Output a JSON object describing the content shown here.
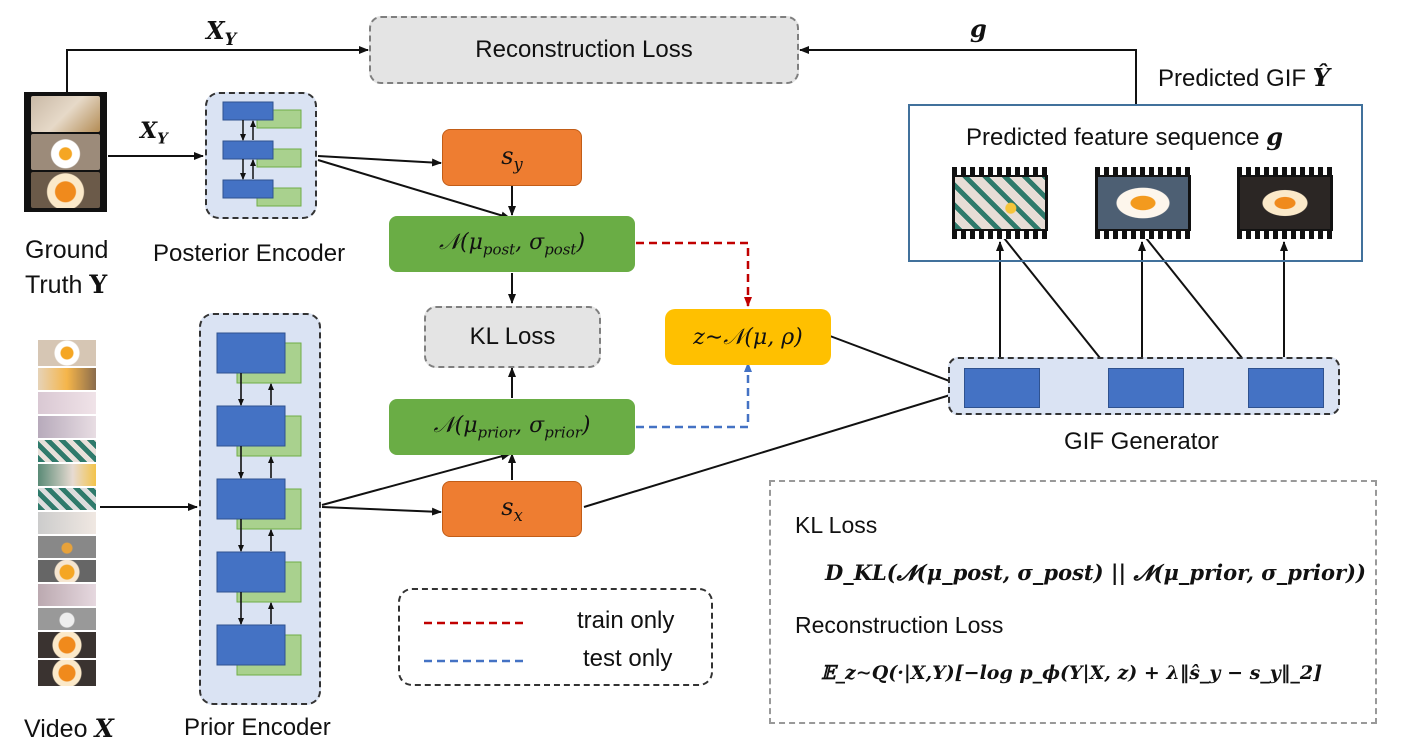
{
  "labels": {
    "reconstruction_loss": "Reconstruction Loss",
    "x_y_top": "X",
    "x_y_top_sub": "Y",
    "x_y_left": "X",
    "x_y_left_sub": "Y",
    "g_top": "g",
    "predicted_gif": "Predicted GIF",
    "predicted_gif_sym": "Ŷ",
    "predicted_feature_sequence": "Predicted feature sequence",
    "predicted_feature_sym": "g",
    "ground_truth_line1": "Ground",
    "ground_truth_line2": "Truth",
    "ground_truth_sym": "Y",
    "posterior_encoder": "Posterior Encoder",
    "prior_encoder": "Prior Encoder",
    "video": "Video",
    "video_sym": "X",
    "gif_generator": "GIF Generator",
    "kl_loss_box": "KL Loss"
  },
  "nodes": {
    "s_y": "s",
    "s_y_sub": "y",
    "s_x": "s",
    "s_x_sub": "x",
    "post_dist": "𝒩(μ",
    "post_sub1": "post",
    "post_mid": ", σ",
    "post_sub2": "post",
    "post_end": ")",
    "prior_dist": "𝒩(μ",
    "prior_sub1": "prior",
    "prior_mid": ", σ",
    "prior_sub2": "prior",
    "prior_end": ")",
    "z_dist": "z∼𝒩(μ, ρ)"
  },
  "legend": {
    "train_only": "train only",
    "test_only": "test only"
  },
  "colors": {
    "train_line": "#c00000",
    "test_line": "#4472c4",
    "green": "#6aad45",
    "orange": "#ee7d31",
    "yellow": "#ffc000",
    "blue_block": "#4472c4",
    "light_green_block": "#a9d18e",
    "encoder_bg": "#dae3f3"
  },
  "formulas": {
    "kl_title": "KL Loss",
    "kl_formula": "D_KL(𝓝(μ_post, σ_post) || 𝓝(μ_prior, σ_prior))",
    "recon_title": "Reconstruction Loss",
    "recon_formula": "𝔼_z∼Q(·|X,Y)[−log p_ϕ(Y|X, z) + λ‖ŝ_y − s_y‖_2]"
  }
}
